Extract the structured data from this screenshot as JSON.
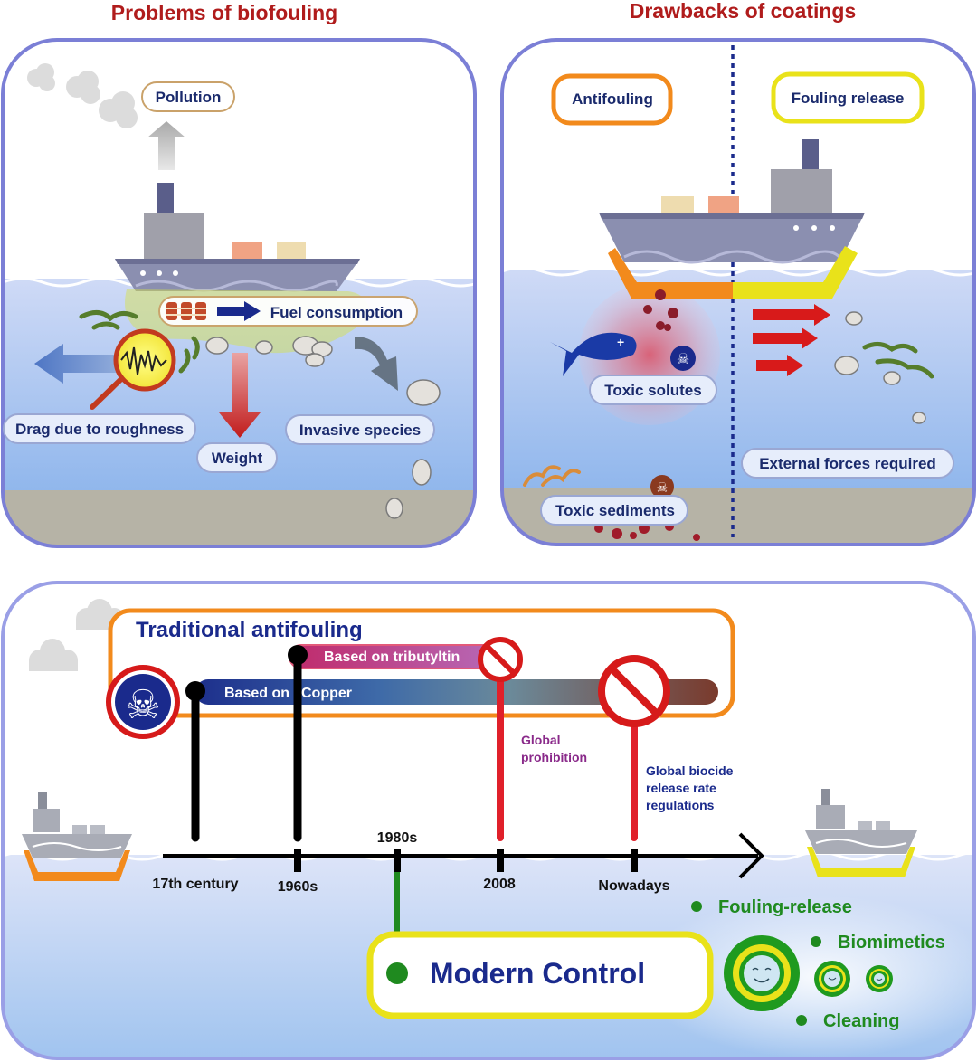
{
  "panels": {
    "problems": {
      "title": "Problems of biofouling",
      "labels": {
        "pollution": "Pollution",
        "fuel": "Fuel consumption",
        "drag": "Drag due to roughness",
        "weight": "Weight",
        "invasive": "Invasive species"
      }
    },
    "drawbacks": {
      "title": "Drawbacks of coatings",
      "labels": {
        "antifouling": "Antifouling",
        "fouling_release": "Fouling release",
        "toxic_solutes": "Toxic solutes",
        "toxic_sediments": "Toxic sediments",
        "external_forces": "External forces required"
      }
    }
  },
  "timeline": {
    "traditional_title": "Traditional antifouling",
    "tributyltin": "Based on tributyltin",
    "copper_a": "Based on",
    "copper_b": "Copper",
    "ticks": {
      "t17": "17th century",
      "t1960": "1960s",
      "t1980": "1980s",
      "t2008": "2008",
      "tnow": "Nowadays"
    },
    "global_prohibition_1": "Global",
    "global_prohibition_2": "prohibition",
    "biocide_1": "Global biocide",
    "biocide_2": "release rate",
    "biocide_3": "regulations",
    "modern_control": "Modern Control",
    "fouling_release": "Fouling-release",
    "biomimetics": "Biomimetics",
    "cleaning": "Cleaning"
  },
  "colors": {
    "panel_border": "#7b7fd6",
    "title_red": "#b01c1c",
    "label_navy": "#1a2a6c",
    "antifouling_orange": "#f28a1c",
    "release_yellow": "#e9e21a",
    "prohibit_red": "#e0202a",
    "modern_green": "#1f8a1f",
    "water_light": "#c4d3f5"
  }
}
